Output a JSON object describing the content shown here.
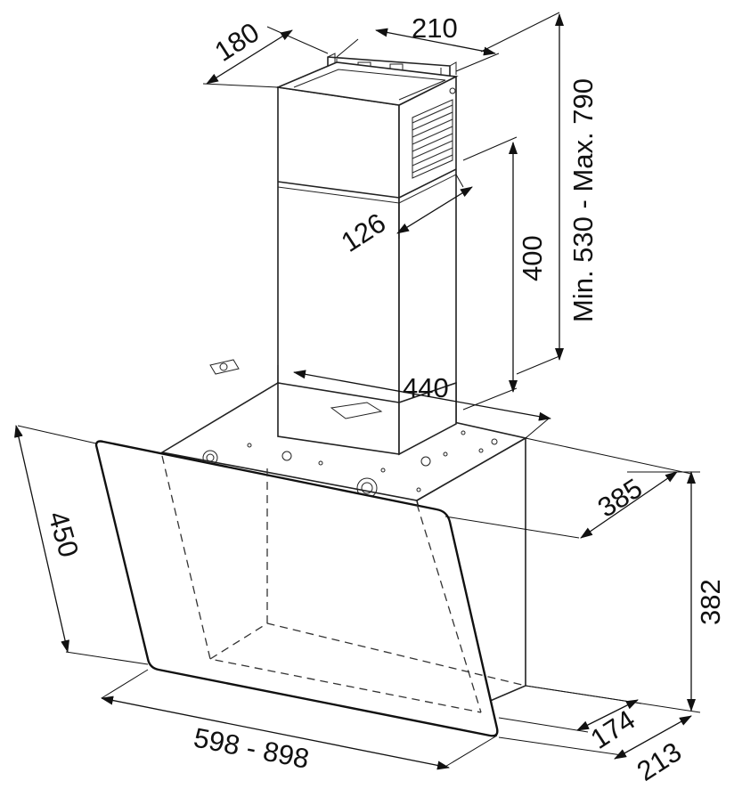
{
  "dimensions": {
    "chimney_depth": "180",
    "chimney_width": "210",
    "chimney_height_range": "Min. 530 - Max. 790",
    "upper_chimney_depth": "126",
    "upper_chimney_height": "400",
    "body_width": "440",
    "body_depth": "385",
    "glass_height": "450",
    "total_height": "382",
    "hood_width_range": "598 - 898",
    "lower_depth": "174",
    "overall_depth": "213"
  }
}
